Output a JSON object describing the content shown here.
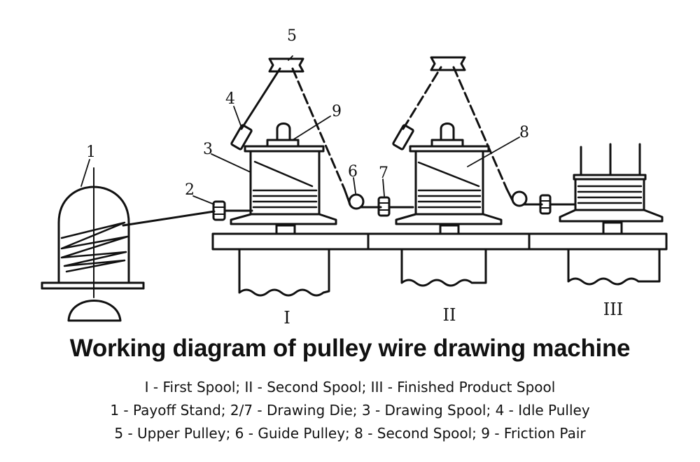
{
  "title": "Working diagram of pulley wire drawing machine",
  "legend": [
    "I - First Spool; II - Second Spool; III - Finished Product Spool",
    "1 - Payoff Stand; 2/7 - Drawing Die; 3 - Drawing Spool; 4 - Idle Pulley",
    "5 - Upper Pulley; 6 - Guide Pulley; 8 - Second Spool; 9 - Friction Pair"
  ],
  "labels": {
    "n1": "1",
    "n2": "2",
    "n3": "3",
    "n4": "4",
    "n5": "5",
    "n6": "6",
    "n7": "7",
    "n8": "8",
    "n9": "9",
    "r1": "I",
    "r2": "II",
    "r3": "III"
  }
}
